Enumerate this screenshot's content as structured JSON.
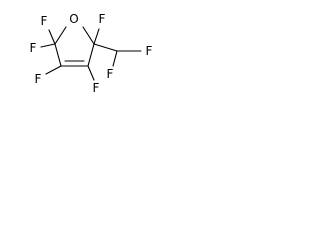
{
  "molecule": {
    "atoms": {
      "o1": "O",
      "f_c5_top": "F",
      "f_c5_left": "F",
      "f_c4": "F",
      "f_c3": "F",
      "f_c2": "F",
      "f_chf2_right": "F",
      "f_chf2_bottom": "F"
    }
  }
}
